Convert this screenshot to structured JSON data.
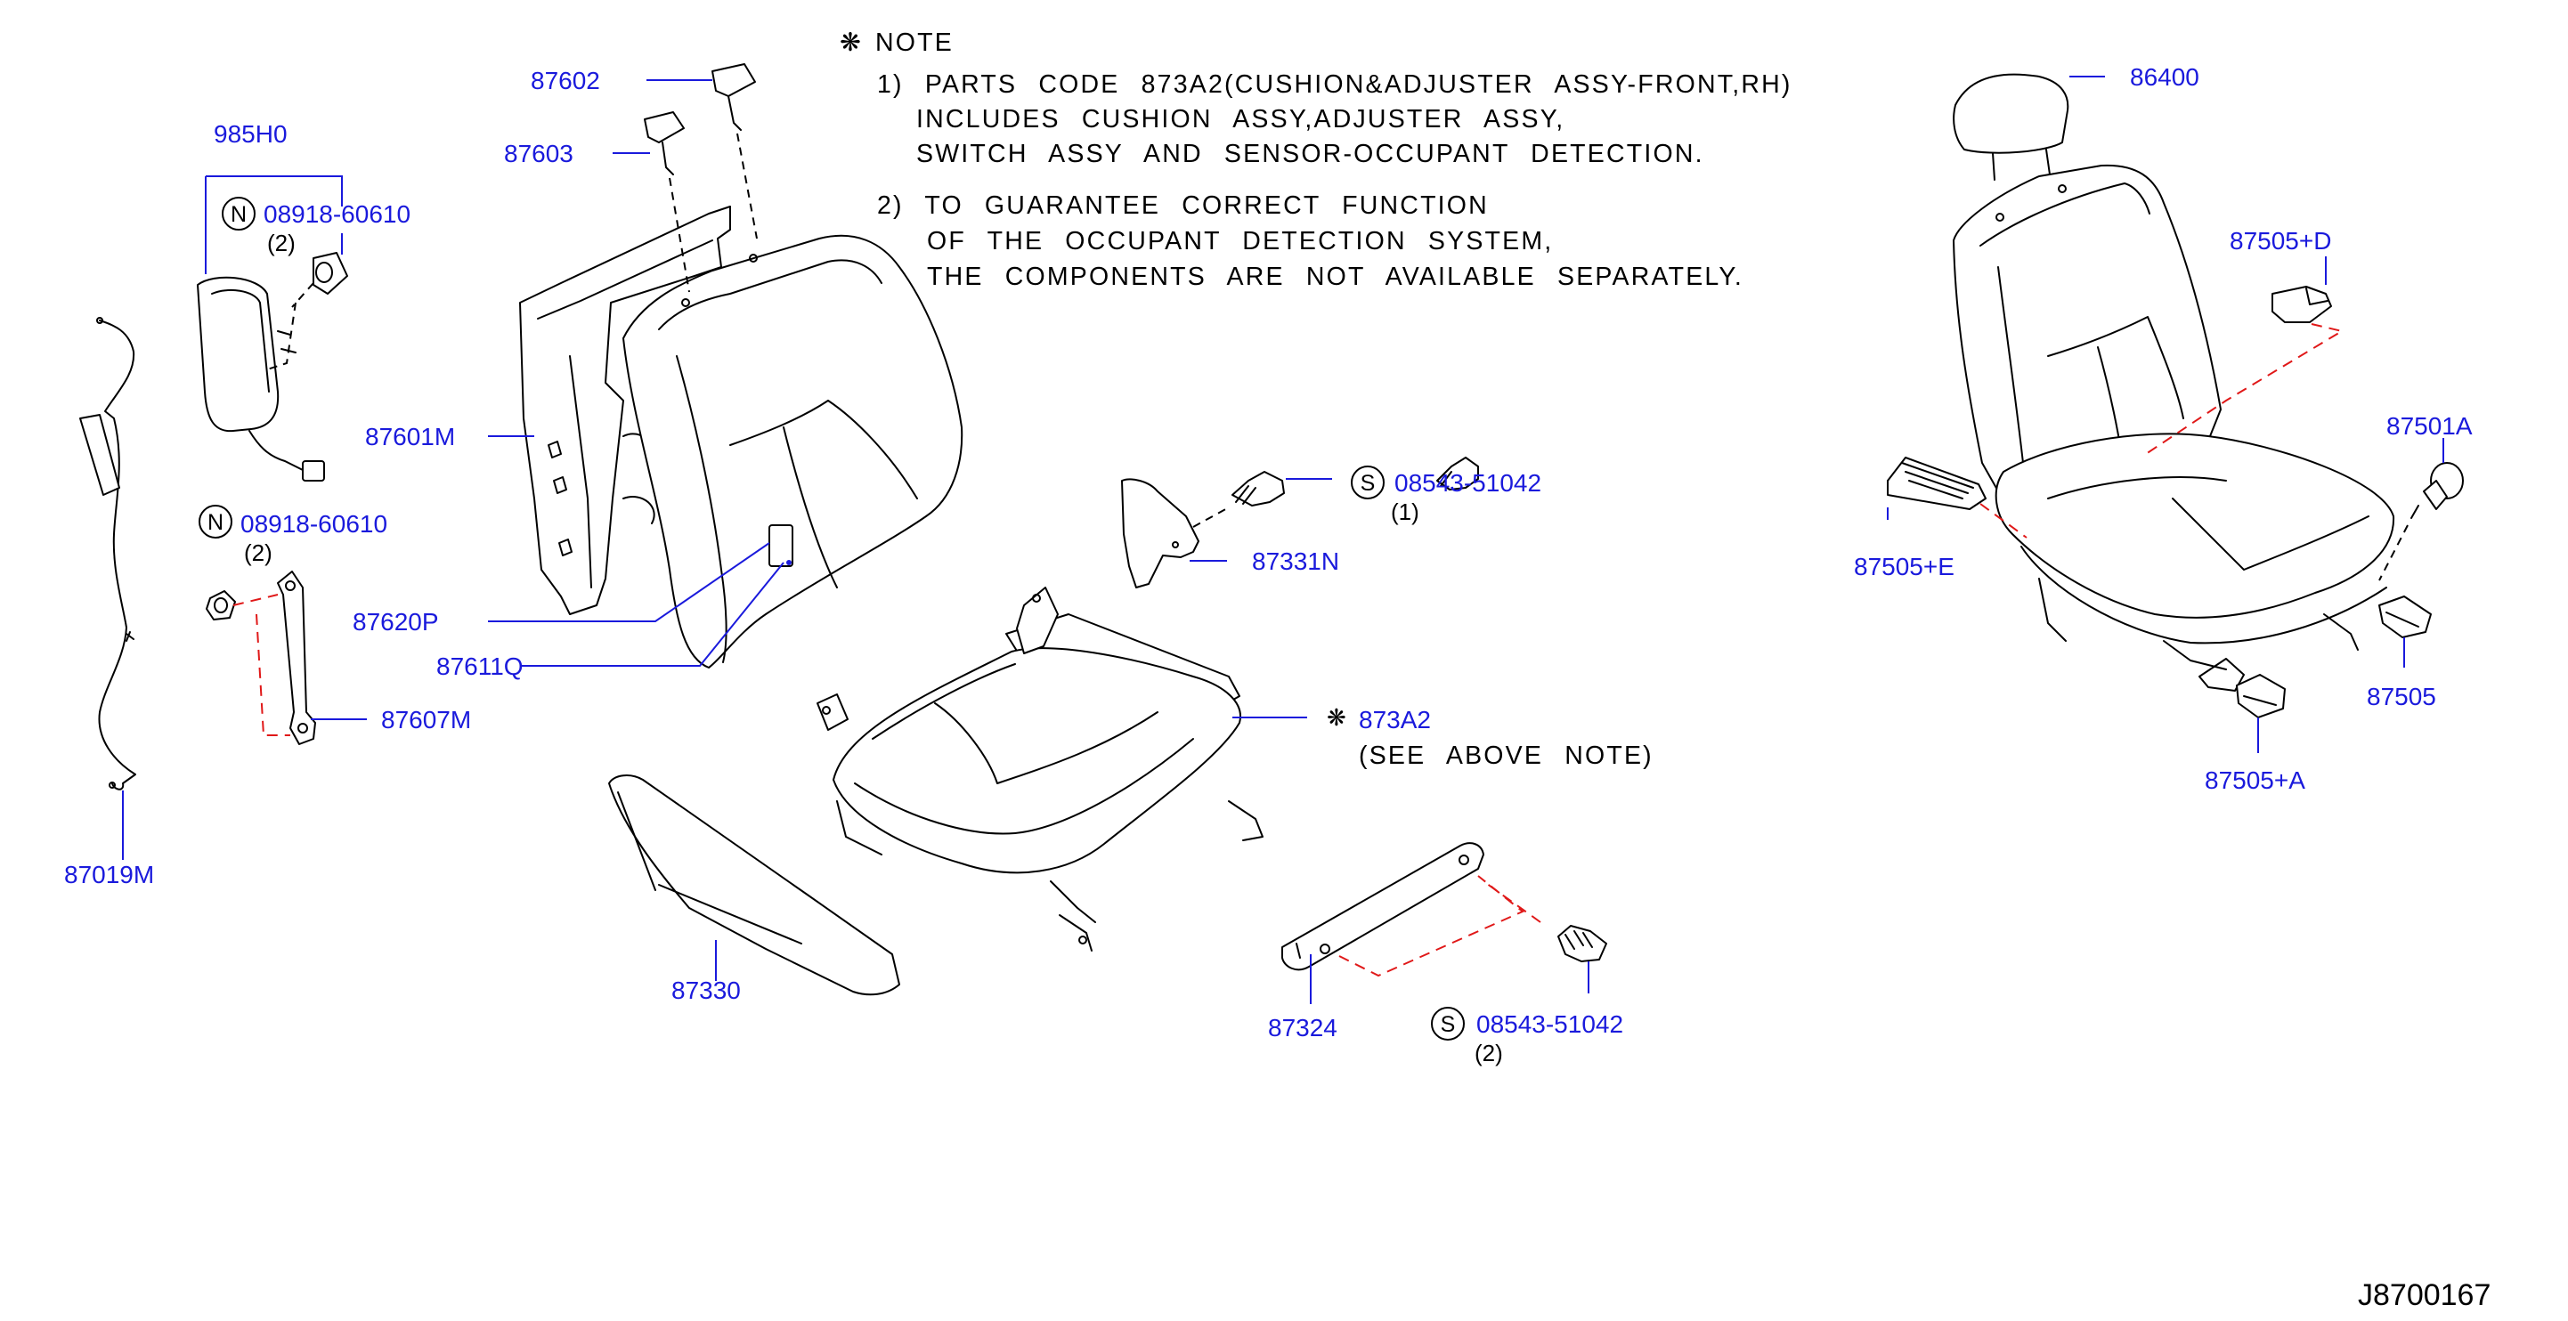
{
  "note": {
    "title": "NOTE",
    "lines": [
      "1)  PARTS  CODE  873A2(CUSHION&ADJUSTER  ASSY-FRONT,RH)",
      "INCLUDES  CUSHION  ASSY,ADJUSTER  ASSY,",
      "SWITCH  ASSY  AND  SENSOR-OCCUPANT  DETECTION.",
      "2)  TO  GUARANTEE  CORRECT  FUNCTION",
      "OF  THE  OCCUPANT  DETECTION  SYSTEM,",
      "THE  COMPONENTS  ARE  NOT  AVAILABLE  SEPARATELY."
    ]
  },
  "parts": {
    "p985H0": "985H0",
    "p08918_a": "08918-60610",
    "p08918_a_qty": "(2)",
    "p08918_b": "08918-60610",
    "p08918_b_qty": "(2)",
    "p87607M": "87607M",
    "p87019M": "87019M",
    "p87602": "87602",
    "p87603": "87603",
    "p87601M": "87601M",
    "p87620P": "87620P",
    "p87611Q": "87611Q",
    "p87330": "87330",
    "p87331N": "87331N",
    "p08543_a": "08543-51042",
    "p08543_a_qty": "(1)",
    "p873A2": "873A2",
    "p873A2_note": "(SEE  ABOVE  NOTE)",
    "p87324": "87324",
    "p08543_b": "08543-51042",
    "p08543_b_qty": "(2)",
    "p86400": "86400",
    "p87505D": "87505+D",
    "p87501A": "87501A",
    "p87505E": "87505+E",
    "p87505": "87505",
    "p87505A": "87505+A"
  },
  "symbols": {
    "nut": "N",
    "screw": "S",
    "asterisk": "❋"
  },
  "figure_code": "J8700167",
  "colors": {
    "part_number": "#1a1adc",
    "linework": "#000000",
    "hidden_line": "#e01818"
  }
}
